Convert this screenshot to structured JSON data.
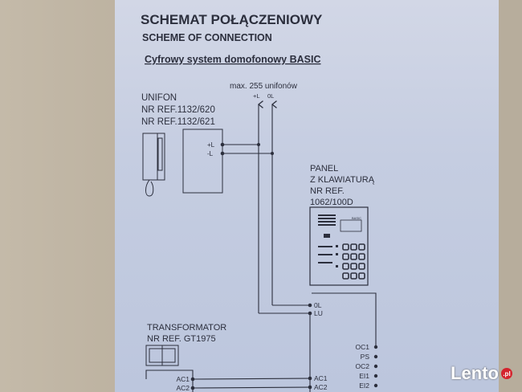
{
  "title": "SCHEMAT POŁĄCZENIOWY",
  "subtitle": "SCHEME OF CONNECTION",
  "system": "Cyfrowy system domofonowy BASIC",
  "bus_note": "max. 255 unifonów",
  "bus_labels": {
    "plus_l": "+L",
    "zero_l": "0L"
  },
  "unifon": {
    "name": "UNIFON",
    "ref1": "NR REF.1132/620",
    "ref2": "NR REF.1132/621",
    "terminals": [
      "+L",
      "-L"
    ]
  },
  "panel": {
    "line1": "PANEL",
    "line2": "Z KLAWIATURĄ",
    "line3": "NR REF.",
    "line4": "1062/100D",
    "display_label": "BASIC",
    "terminals_top": [
      "0L",
      "LU"
    ],
    "terminals_bottom": [
      "AC1",
      "AC2"
    ],
    "terminals_right": [
      "OC1",
      "PS",
      "OC2",
      "EI1",
      "EI2"
    ]
  },
  "transformer": {
    "name": "TRANSFORMATOR",
    "ref": "NR REF. GT1975",
    "terminals": [
      "AC1",
      "AC2"
    ]
  },
  "watermark": {
    "brand": "Lento",
    "suffix": ".pl"
  },
  "colors": {
    "paper": "#c5cde1",
    "ink": "#2c2f3d",
    "background": "#b9ae9e",
    "watermark_red": "#d4232d"
  }
}
